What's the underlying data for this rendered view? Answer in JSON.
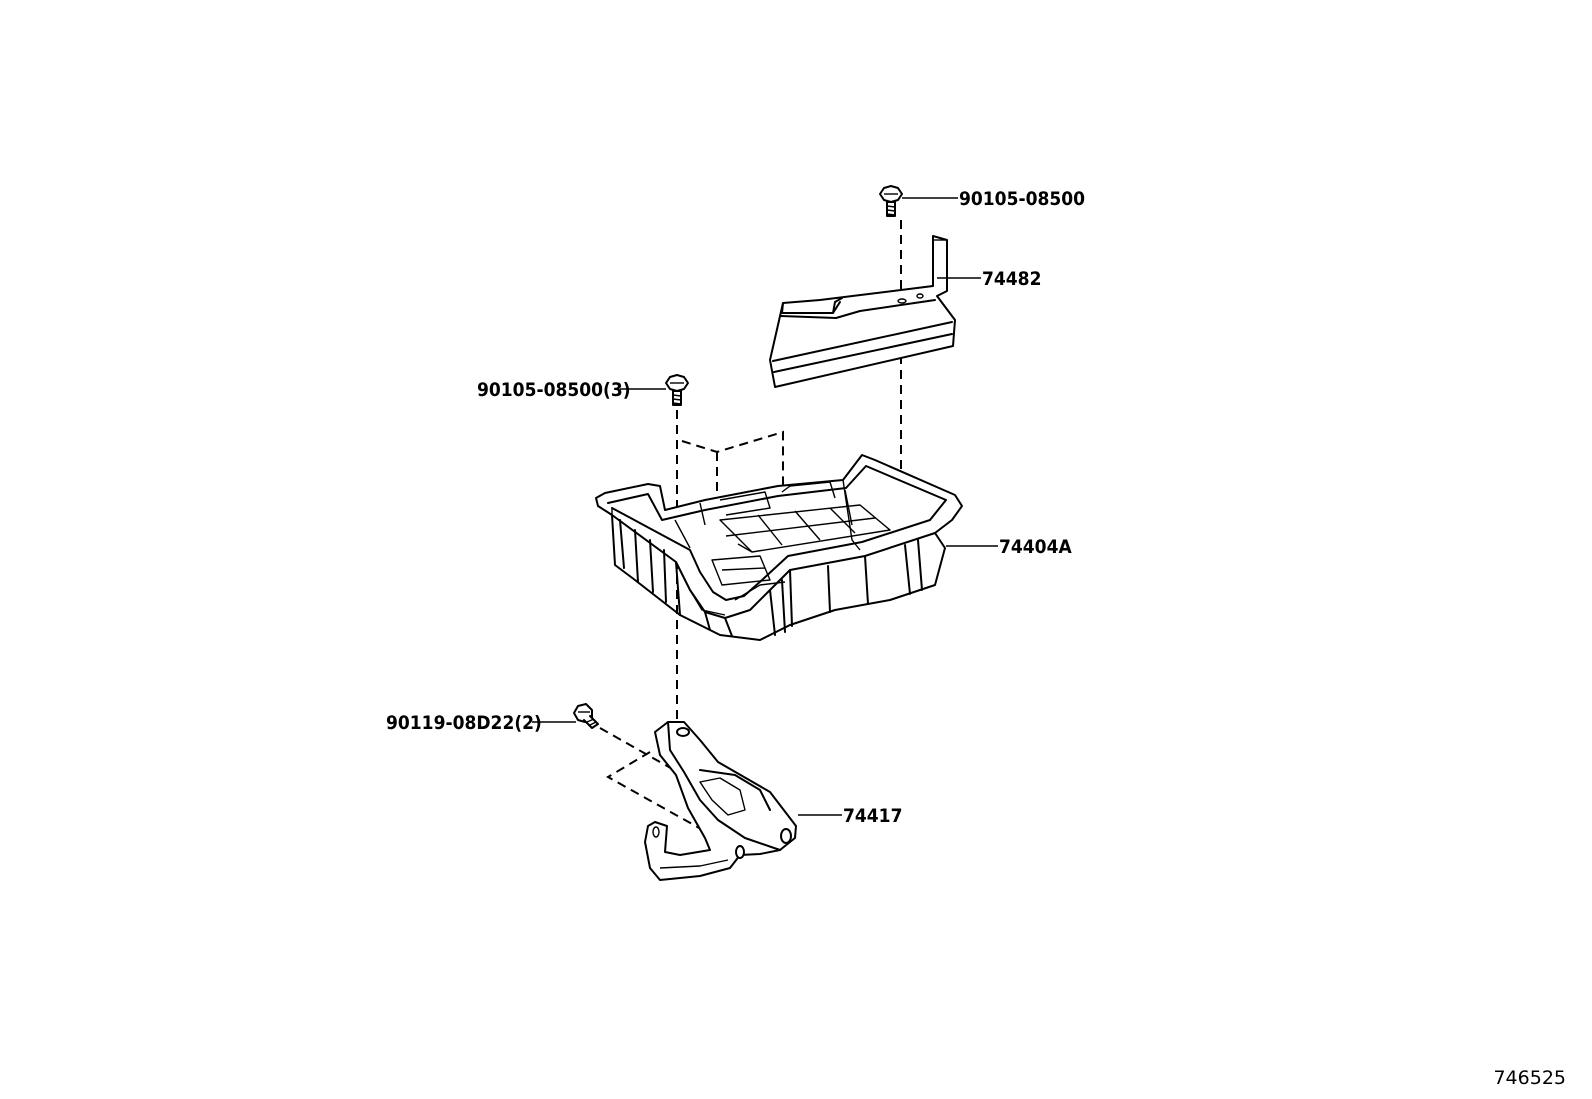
{
  "callouts": {
    "bolt_top_right": "90105-08500",
    "bracket_small": "74482",
    "bolt_tray": "90105-08500(3)",
    "battery_tray": "74404A",
    "bolt_support": "90119-08D22(2)",
    "support_bracket": "74417"
  },
  "figure_id": "746525"
}
